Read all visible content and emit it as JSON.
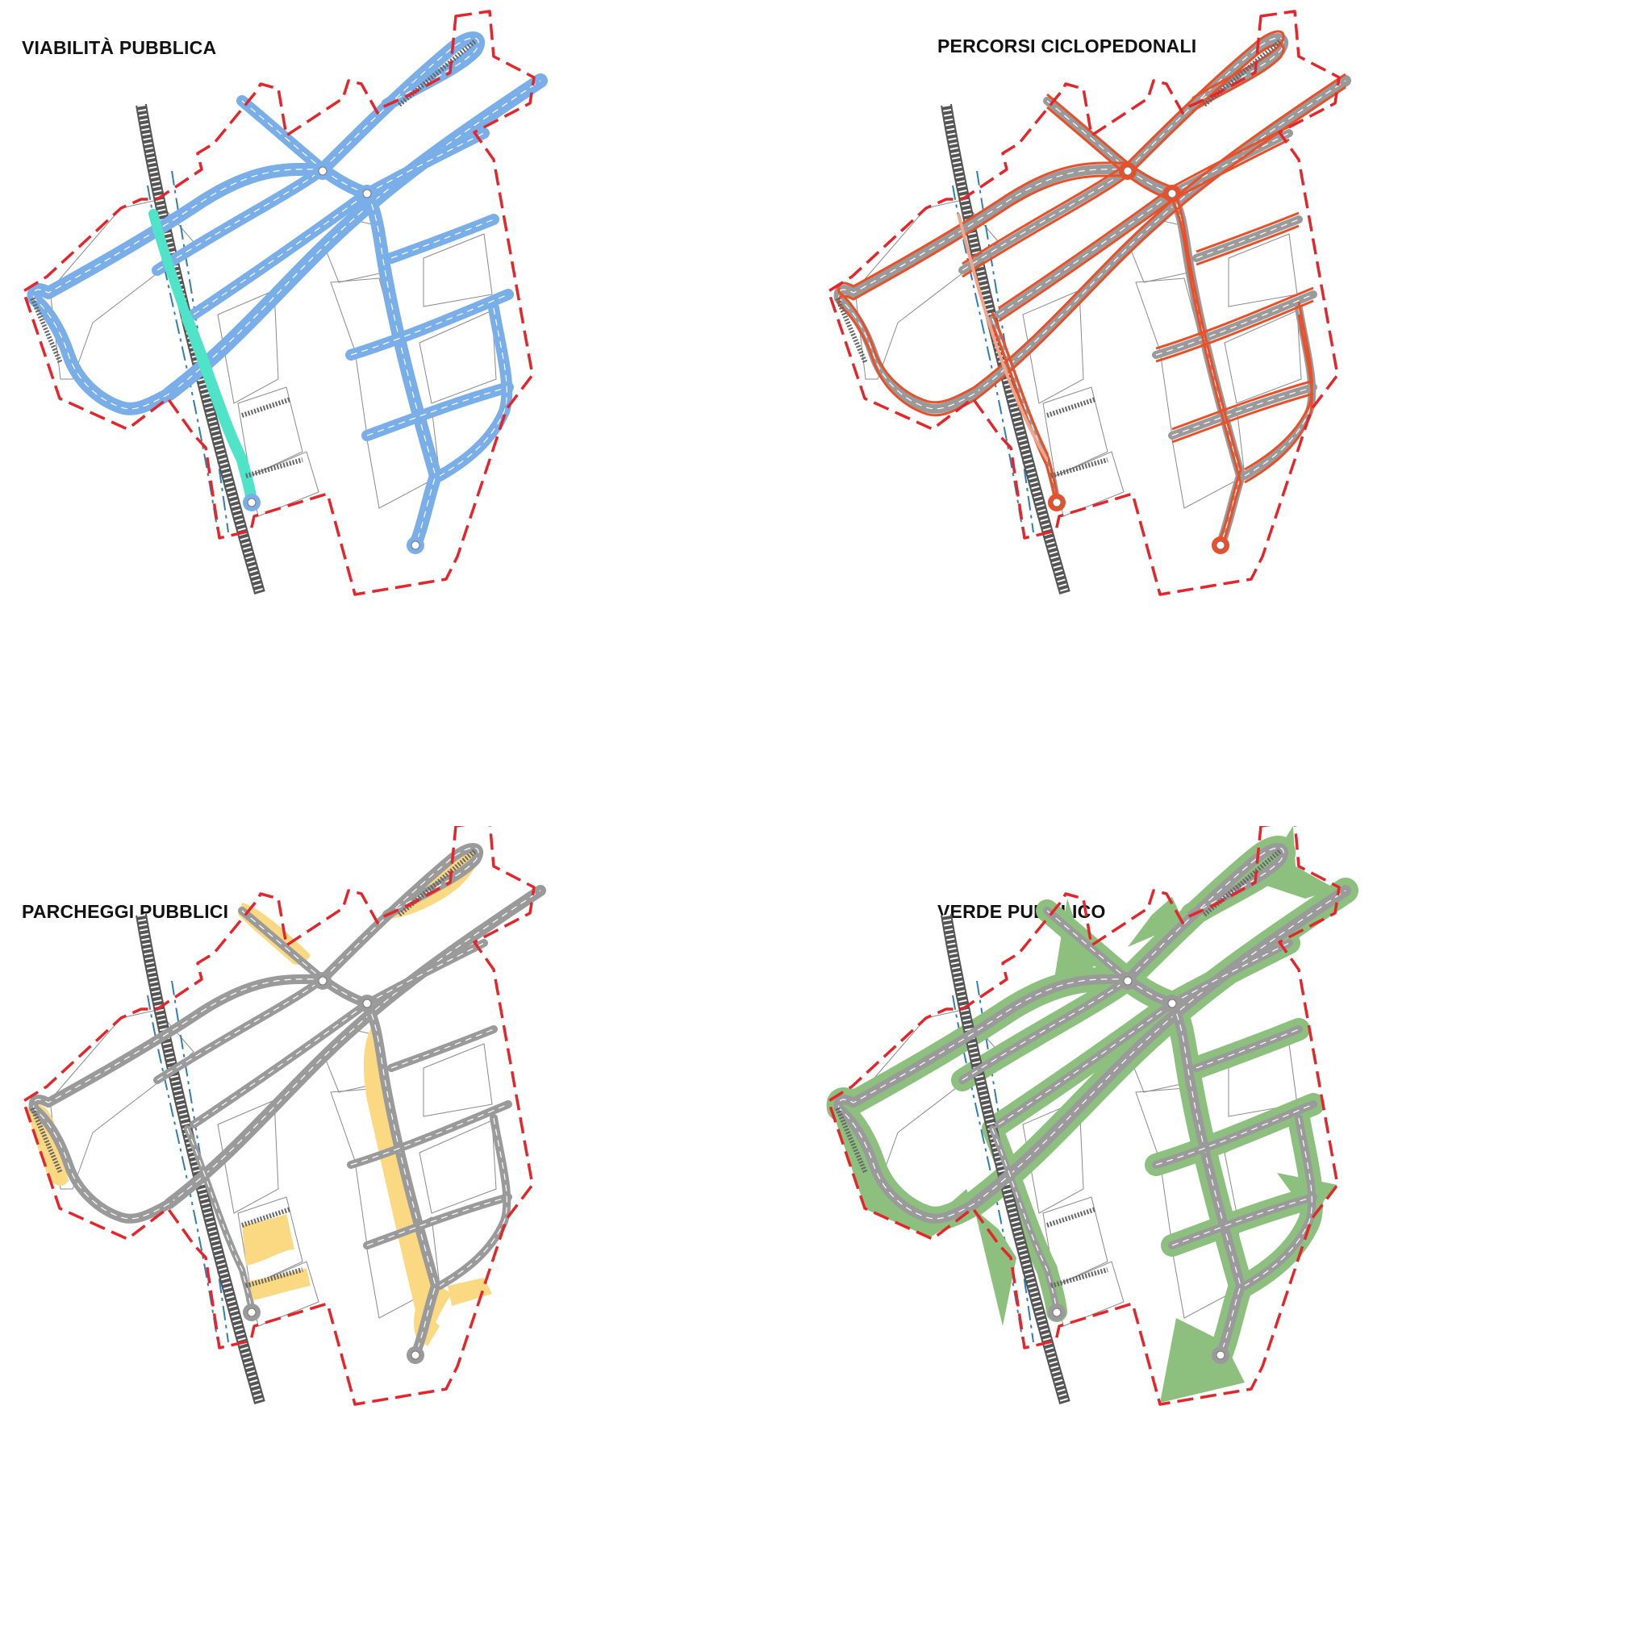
{
  "panels": [
    {
      "id": "viabilita",
      "title": "VIABILITÀ PUBBLICA",
      "highlight": "roads",
      "color": "#79aee8",
      "accent": "#4fe3c8"
    },
    {
      "id": "percorsi",
      "title": "PERCORSI CICLOPEDONALI",
      "highlight": "paths",
      "color": "#e8502a",
      "accent": "#f2a58a"
    },
    {
      "id": "parcheggi",
      "title": "PARCHEGGI PUBBLICI",
      "highlight": "parking",
      "color": "#fbd983",
      "accent": "#fbd983"
    },
    {
      "id": "verde",
      "title": "VERDE PUBBLICO",
      "highlight": "green",
      "color": "#8dbf7e",
      "accent": "#8dbf7e"
    }
  ],
  "colors": {
    "boundary": "#e3262b",
    "road": "#9a9a9a",
    "railway": "#555555",
    "canal": "#2f7fb5",
    "lot": "#8a8a8a"
  },
  "icons": [
    "roundabout-icon",
    "railway-hatch-icon",
    "parking-stalls-icon"
  ]
}
